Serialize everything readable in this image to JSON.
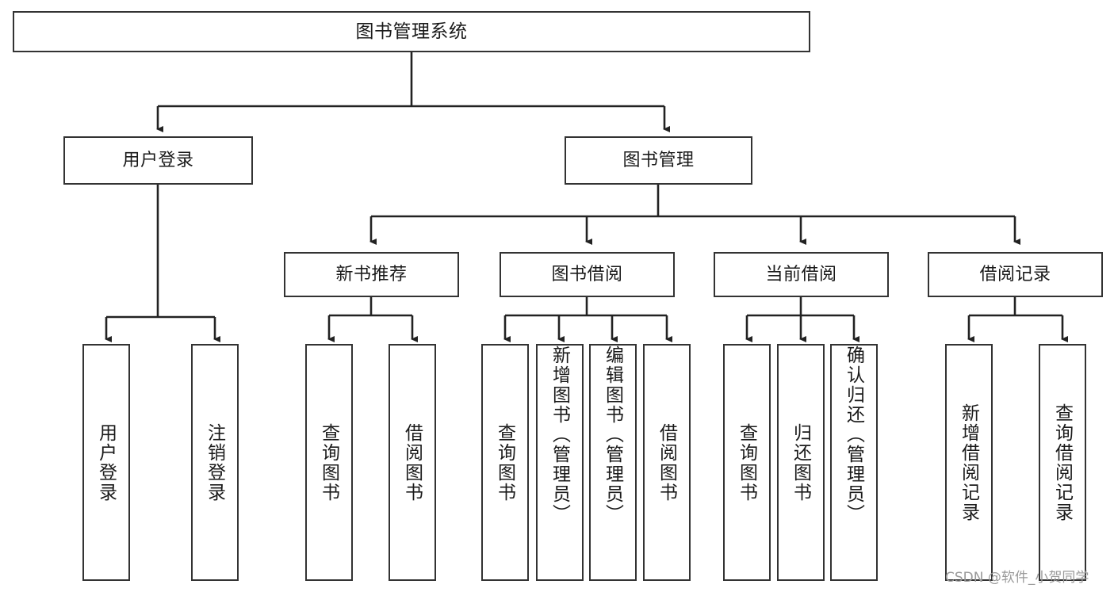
{
  "diagram": {
    "type": "tree",
    "title": "图书管理系统",
    "root": {
      "id": "root",
      "label": "图书管理系统"
    },
    "level2": [
      {
        "id": "user-login",
        "label": "用户登录"
      },
      {
        "id": "book-manage",
        "label": "图书管理"
      }
    ],
    "level3": [
      {
        "id": "new-book-rec",
        "label": "新书推荐"
      },
      {
        "id": "book-borrow",
        "label": "图书借阅"
      },
      {
        "id": "current-borrow",
        "label": "当前借阅"
      },
      {
        "id": "borrow-record",
        "label": "借阅记录"
      }
    ],
    "leaves": [
      {
        "id": "leaf-user-login",
        "label": "用户登录",
        "parent": "user-login"
      },
      {
        "id": "leaf-logout",
        "label": "注销登录",
        "parent": "user-login"
      },
      {
        "id": "leaf-query-book-1",
        "label": "查询图书",
        "parent": "new-book-rec"
      },
      {
        "id": "leaf-borrow-book-1",
        "label": "借阅图书",
        "parent": "new-book-rec"
      },
      {
        "id": "leaf-query-book-2",
        "label": "查询图书",
        "parent": "book-borrow"
      },
      {
        "id": "leaf-add-book",
        "label": "新增图书（管理员）",
        "parent": "book-borrow"
      },
      {
        "id": "leaf-edit-book",
        "label": "编辑图书（管理员）",
        "parent": "book-borrow"
      },
      {
        "id": "leaf-borrow-book-2",
        "label": "借阅图书",
        "parent": "book-borrow"
      },
      {
        "id": "leaf-query-book-3",
        "label": "查询图书",
        "parent": "current-borrow"
      },
      {
        "id": "leaf-return-book",
        "label": "归还图书",
        "parent": "current-borrow"
      },
      {
        "id": "leaf-confirm-return",
        "label": "确认归还（管理员）",
        "parent": "current-borrow"
      },
      {
        "id": "leaf-add-record",
        "label": "新增借阅记录",
        "parent": "borrow-record"
      },
      {
        "id": "leaf-query-record",
        "label": "查询借阅记录",
        "parent": "borrow-record"
      }
    ],
    "watermark": "CSDN @软件_小贺同学",
    "colors": {
      "border": "#333333",
      "fill": "#ffffff",
      "text": "#1a1a1a",
      "edge": "#222222",
      "watermark": "#9a9a9a"
    }
  }
}
